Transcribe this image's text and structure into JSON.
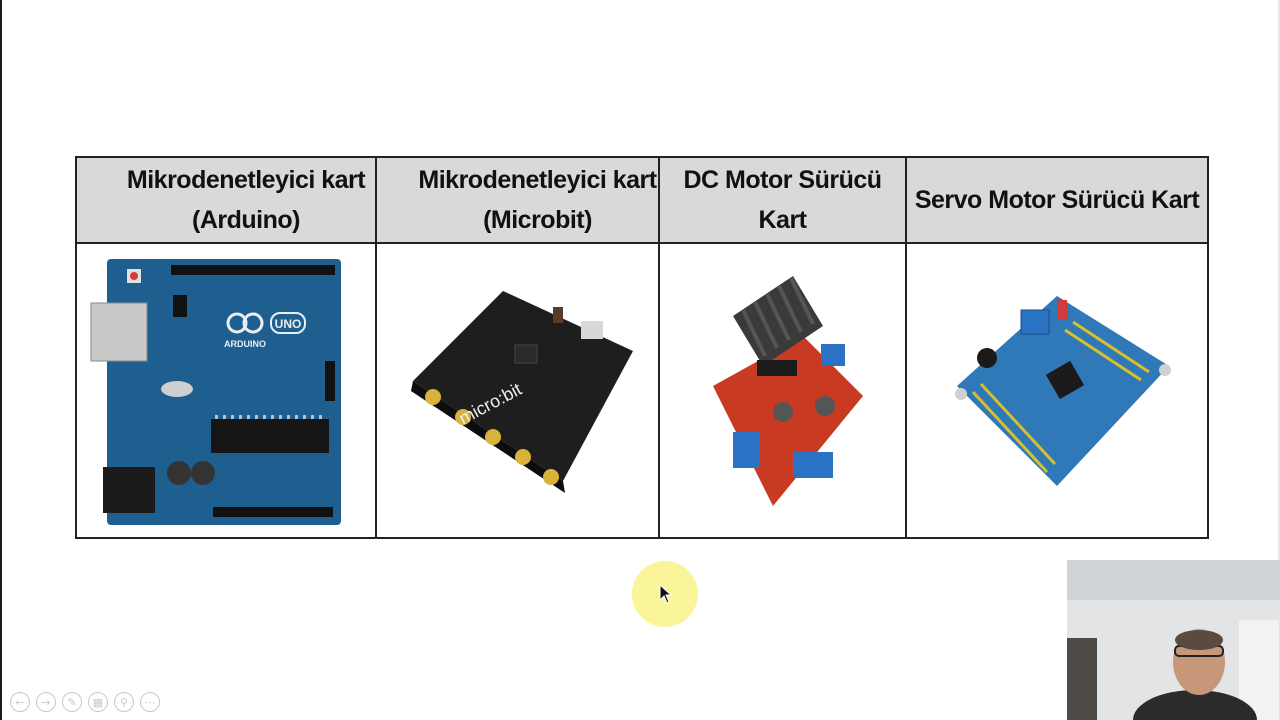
{
  "table": {
    "headers": [
      {
        "line1": "Mikrodenetleyici kart",
        "line2": "(Arduino)"
      },
      {
        "line1": "Mikrodenetleyici kart",
        "line2": "(Microbit)"
      },
      {
        "line1": "DC Motor Sürücü Kart",
        "line2": ""
      },
      {
        "line1": "Servo Motor Sürücü Kart",
        "line2": ""
      }
    ]
  },
  "board_labels": {
    "arduino_brand": "ARDUINO",
    "arduino_model": "UNO",
    "microbit_brand": "micro:bit"
  },
  "slide_tools": [
    "back-icon",
    "forward-icon",
    "pen-icon",
    "slides-icon",
    "zoom-icon",
    "more-icon"
  ],
  "colors": {
    "header_bg": "#d9d9d9",
    "cursor_highlight": "#fbf59a",
    "arduino_pcb": "#1f5f8f",
    "microbit_pcb": "#1e1e1e",
    "motor_driver_pcb": "#c83a22",
    "servo_driver_pcb": "#2f79b8"
  }
}
